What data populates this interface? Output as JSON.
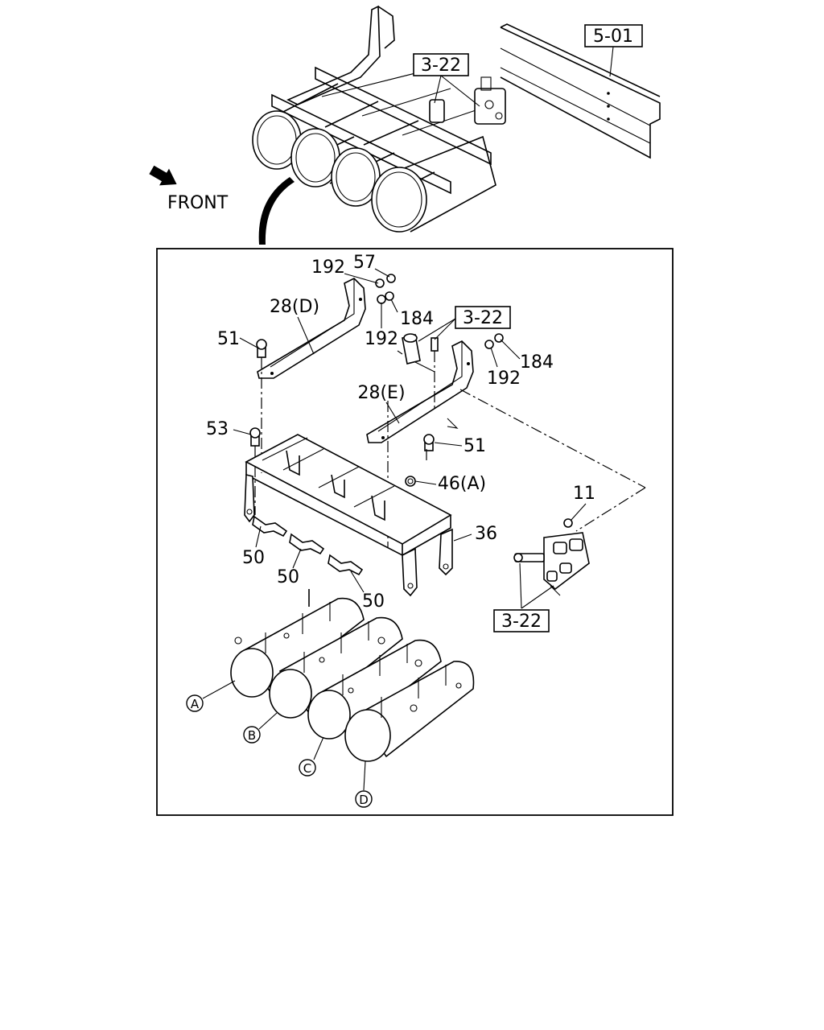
{
  "header": {
    "front_label": "FRONT",
    "ref_frame": "5-01",
    "ref_valve_top": "3-22"
  },
  "parts": {
    "p192_a": "192",
    "p57": "57",
    "p28d": "28(D)",
    "p184_a": "184",
    "p192_b": "192",
    "p3_22_mid": "3-22",
    "p51_a": "51",
    "p184_b": "184",
    "p192_c": "192",
    "p28e": "28(E)",
    "p53": "53",
    "p51_b": "51",
    "p46a": "46(A)",
    "p11": "11",
    "p36": "36",
    "p50_a": "50",
    "p50_b": "50",
    "p50_c": "50",
    "p3_22_low": "3-22"
  },
  "tanks": {
    "a": "A",
    "b": "B",
    "c": "C",
    "d": "D"
  }
}
